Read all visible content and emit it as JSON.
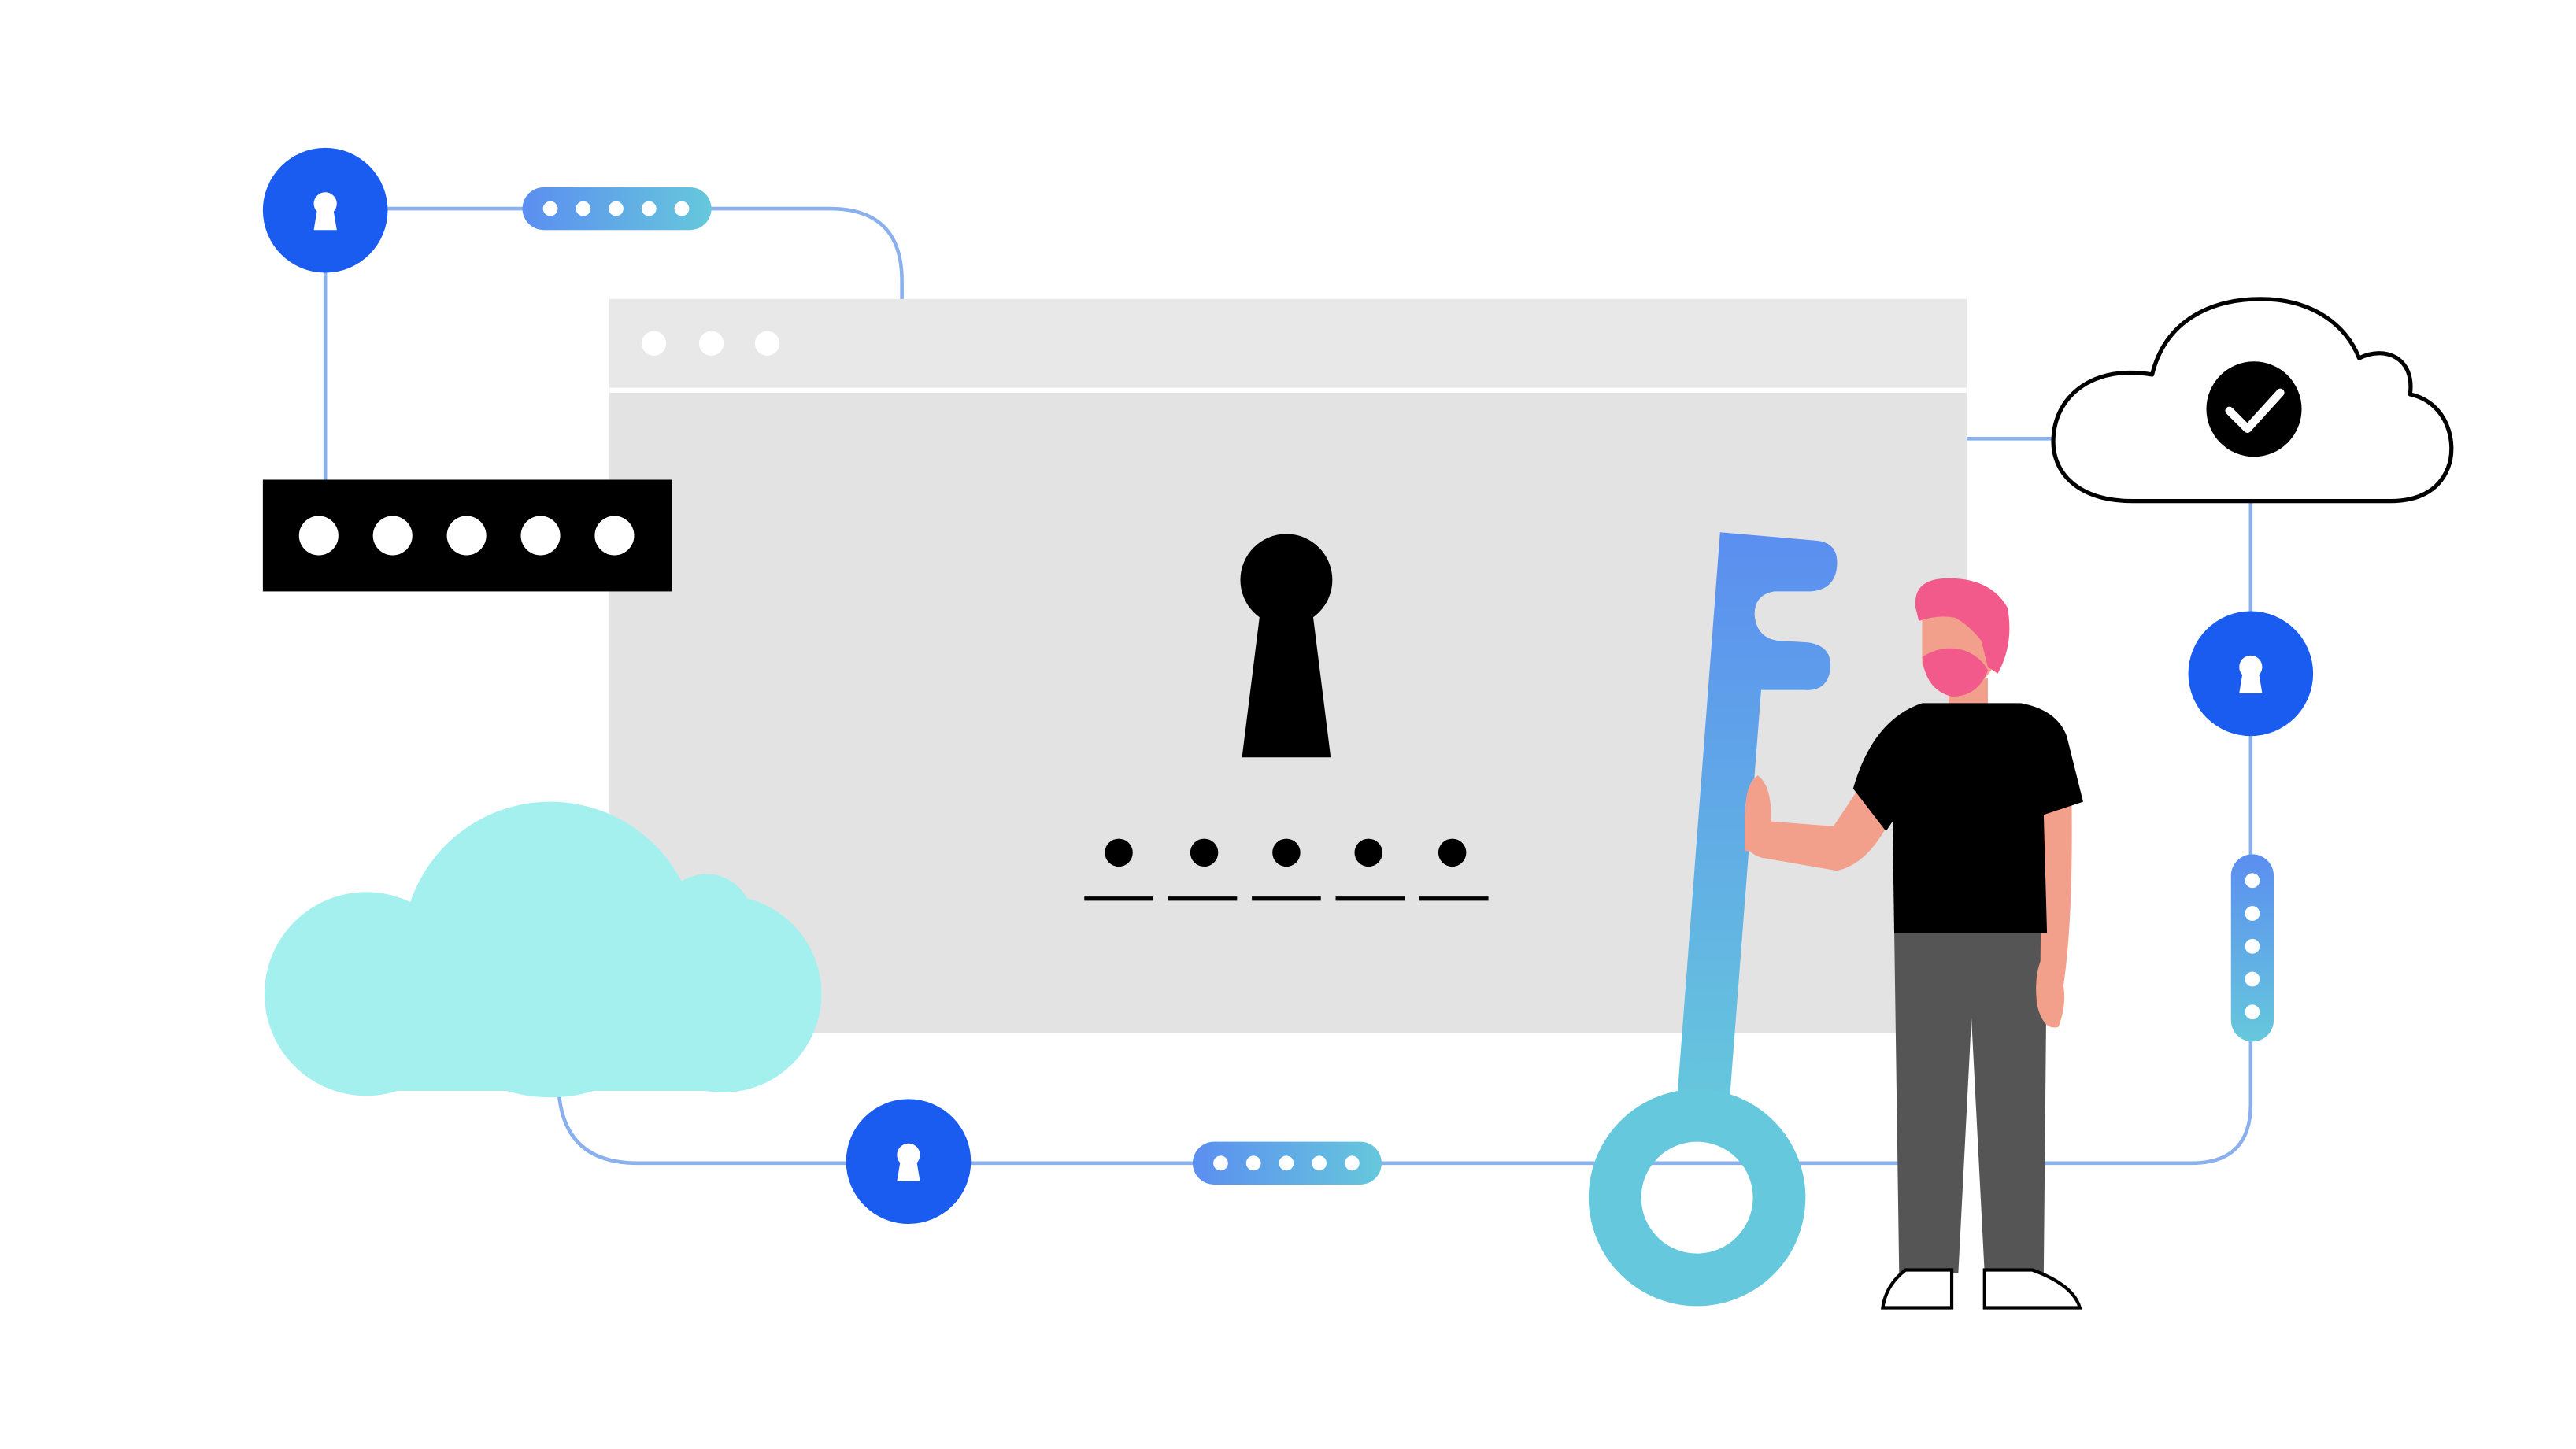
{
  "illustration": {
    "colors": {
      "background": "#ffffff",
      "window": "#e3e3e3",
      "window_chrome": "#e8e8e8",
      "blue": "#1a5cf0",
      "connector": "#8bb0ee",
      "cloud_mint": "#a3f0ef",
      "key_top": "#5b8ef0",
      "key_bottom": "#66c8dc",
      "ink": "#000000",
      "skin": "#f2a08c",
      "hair": "#f25a8c",
      "pants": "#555555"
    },
    "icons": {
      "lock_badge": "keyhole-icon",
      "cloud_status": "checkmark-icon"
    },
    "password_box_dots": 5,
    "pin_dots": 5,
    "browser_dots": 3
  }
}
